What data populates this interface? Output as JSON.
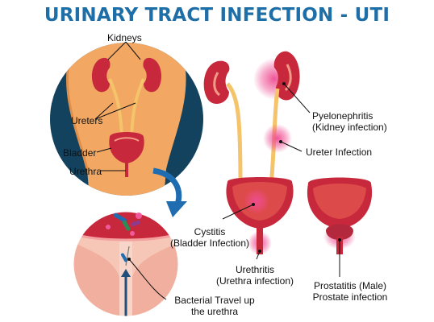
{
  "title": "URINARY TRACT INFECTION - UTI",
  "colors": {
    "title": "#1e6ea8",
    "skin": "#f2a863",
    "dark_circle": "#13425e",
    "kidney": "#c8283c",
    "tube": "#f4c36a",
    "infection": "#ef4d92",
    "arrow": "#1f6cb0"
  },
  "labels": {
    "kidneys": "Kidneys",
    "ureters": "Ureters",
    "bladder": "Bladder",
    "urethra": "Urethra",
    "pyelonephritis_line1": "Pyelonephritis",
    "pyelonephritis_line2": "(Kidney infection)",
    "ureter_infection": "Ureter Infection",
    "cystitis_line1": "Cystitis",
    "cystitis_line2": "(Bladder Infection)",
    "urethritis_line1": "Urethritis",
    "urethritis_line2": "(Urethra infection)",
    "prostatitis_line1": "Prostatitis (Male)",
    "prostatitis_line2": "Prostate infection",
    "bacterial_line1": "Bacterial Travel up",
    "bacterial_line2": "the urethra"
  }
}
